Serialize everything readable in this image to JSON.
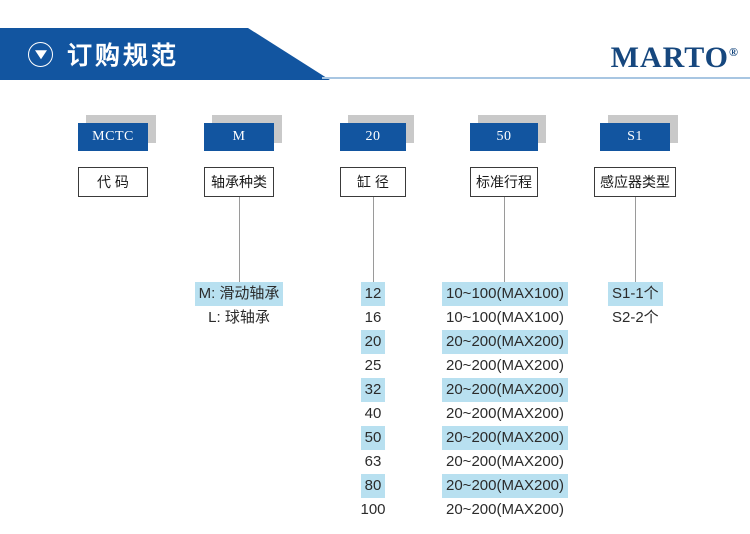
{
  "header": {
    "title": "订购规范",
    "icon": "triangle-down-icon",
    "brand": "MARTO",
    "brand_mark": "®",
    "banner_color": "#1255a0"
  },
  "highlight_color": "#b8e0f0",
  "columns": [
    {
      "key": "code",
      "chip": "MCTC",
      "label": "代 码",
      "options": []
    },
    {
      "key": "bearing_type",
      "chip": "M",
      "label": "轴承种类",
      "options": [
        {
          "text": "M: 滑动轴承",
          "highlighted": true
        },
        {
          "text": "L: 球轴承",
          "highlighted": false
        }
      ]
    },
    {
      "key": "bore",
      "chip": "20",
      "label": "缸 径",
      "options": [
        {
          "text": "12",
          "highlighted": true
        },
        {
          "text": "16",
          "highlighted": false
        },
        {
          "text": "20",
          "highlighted": true
        },
        {
          "text": "25",
          "highlighted": false
        },
        {
          "text": "32",
          "highlighted": true
        },
        {
          "text": "40",
          "highlighted": false
        },
        {
          "text": "50",
          "highlighted": true
        },
        {
          "text": "63",
          "highlighted": false
        },
        {
          "text": "80",
          "highlighted": true
        },
        {
          "text": "100",
          "highlighted": false
        }
      ]
    },
    {
      "key": "stroke",
      "chip": "50",
      "label": "标准行程",
      "options": [
        {
          "text": "10~100(MAX100)",
          "highlighted": true
        },
        {
          "text": "10~100(MAX100)",
          "highlighted": false
        },
        {
          "text": "20~200(MAX200)",
          "highlighted": true
        },
        {
          "text": "20~200(MAX200)",
          "highlighted": false
        },
        {
          "text": "20~200(MAX200)",
          "highlighted": true
        },
        {
          "text": "20~200(MAX200)",
          "highlighted": false
        },
        {
          "text": "20~200(MAX200)",
          "highlighted": true
        },
        {
          "text": "20~200(MAX200)",
          "highlighted": false
        },
        {
          "text": "20~200(MAX200)",
          "highlighted": true
        },
        {
          "text": "20~200(MAX200)",
          "highlighted": false
        }
      ]
    },
    {
      "key": "sensor_type",
      "chip": "S1",
      "label": "感应器类型",
      "options": [
        {
          "text": "S1-1个",
          "highlighted": true
        },
        {
          "text": "S2-2个",
          "highlighted": false
        }
      ]
    }
  ]
}
